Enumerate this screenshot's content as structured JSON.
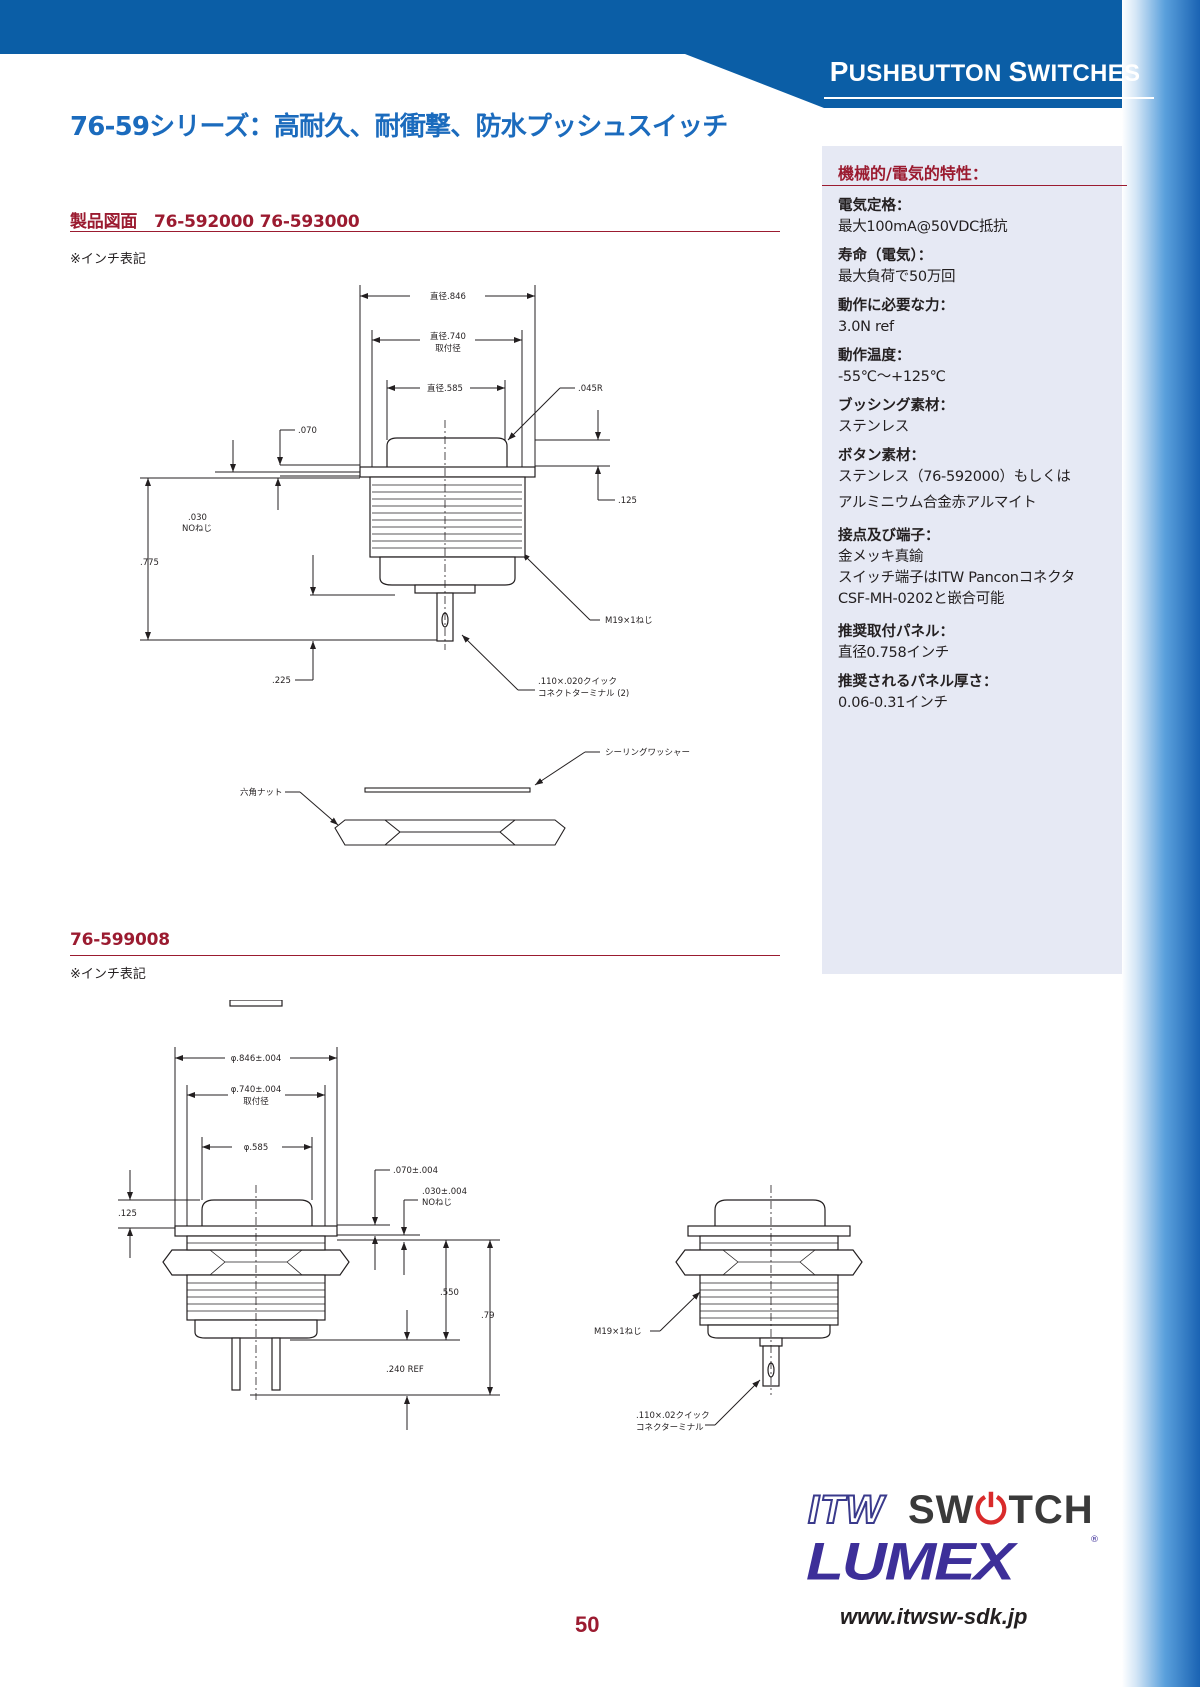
{
  "header": {
    "section_title_first": "P",
    "section_title_rest1": "USHBUTTON ",
    "section_title_first2": "S",
    "section_title_rest2": "WITCHES",
    "page_title": "76-59シリーズ：高耐久、耐衝撃、防水プッシュスイッチ"
  },
  "colors": {
    "banner": "#0b5ea6",
    "accent": "#9b1b30",
    "title_blue": "#1b6bbd",
    "panel": "#e6e9f4"
  },
  "specs": {
    "title": "機械的/電気的特性：",
    "items": [
      {
        "label": "電気定格：",
        "values": [
          "最大100mA@50VDC抵抗"
        ]
      },
      {
        "label": "寿命（電気）：",
        "values": [
          "最大負荷で50万回"
        ]
      },
      {
        "label": "動作に必要な力：",
        "values": [
          "3.0N ref"
        ]
      },
      {
        "label": "動作温度：",
        "values": [
          "-55℃～+125℃"
        ]
      },
      {
        "label": "ブッシング素材：",
        "values": [
          "ステンレス"
        ]
      },
      {
        "label": "ボタン素材：",
        "values": [
          "ステンレス（76-592000）もしくは",
          "アルミニウム合金赤アルマイト"
        ]
      },
      {
        "label": "接点及び端子：",
        "values": [
          "金メッキ真鍮",
          "スイッチ端子はITW Panconコネクタ",
          "CSF-MH-0202と嵌合可能"
        ]
      },
      {
        "label": "推奨取付パネル：",
        "values": [
          "直径0.758インチ"
        ]
      },
      {
        "label": "推奨されるパネル厚さ：",
        "values": [
          "0.06-0.31インチ"
        ]
      }
    ]
  },
  "drawing1": {
    "heading": "製品図面　76-592000  76-593000",
    "note": "※インチ表記",
    "dims": {
      "d846": "直径.846",
      "d740": "直径.740",
      "d740_sub": "取付径",
      "d585": "直径.585",
      "r045": ".045R",
      "d070": ".070",
      "d030": ".030",
      "d030_sub": "NOねじ",
      "d125": ".125",
      "d775": ".775",
      "d225": ".225",
      "thread": "M19×1ねじ",
      "terminal": ".110×.020クイック",
      "terminal_sub": "コネクトターミナル (2)",
      "washer": "シーリングワッシャー",
      "nut": "六角ナット"
    }
  },
  "drawing2": {
    "heading": "76-599008",
    "note": "※インチ表記",
    "dims": {
      "d846": "φ.846±.004",
      "d740": "φ.740±.004",
      "d740_sub": "取付径",
      "d585": "φ.585",
      "d070": ".070±.004",
      "d030": ".030±.004",
      "d030_sub": "NOねじ",
      "d125": ".125",
      "d550": ".550",
      "d79": ".79",
      "d240": ".240 REF",
      "thread": "M19×1ねじ",
      "terminal": ".110×.02クイック",
      "terminal_sub": "コネクターミナル"
    }
  },
  "footer": {
    "logo_itw": "ITW",
    "logo_switch": "SW",
    "logo_switch_end": "TCH",
    "logo_lumex": "LUMEX",
    "logo_reg": "®",
    "website": "www.itwsw-sdk.jp",
    "page_number": "50"
  }
}
